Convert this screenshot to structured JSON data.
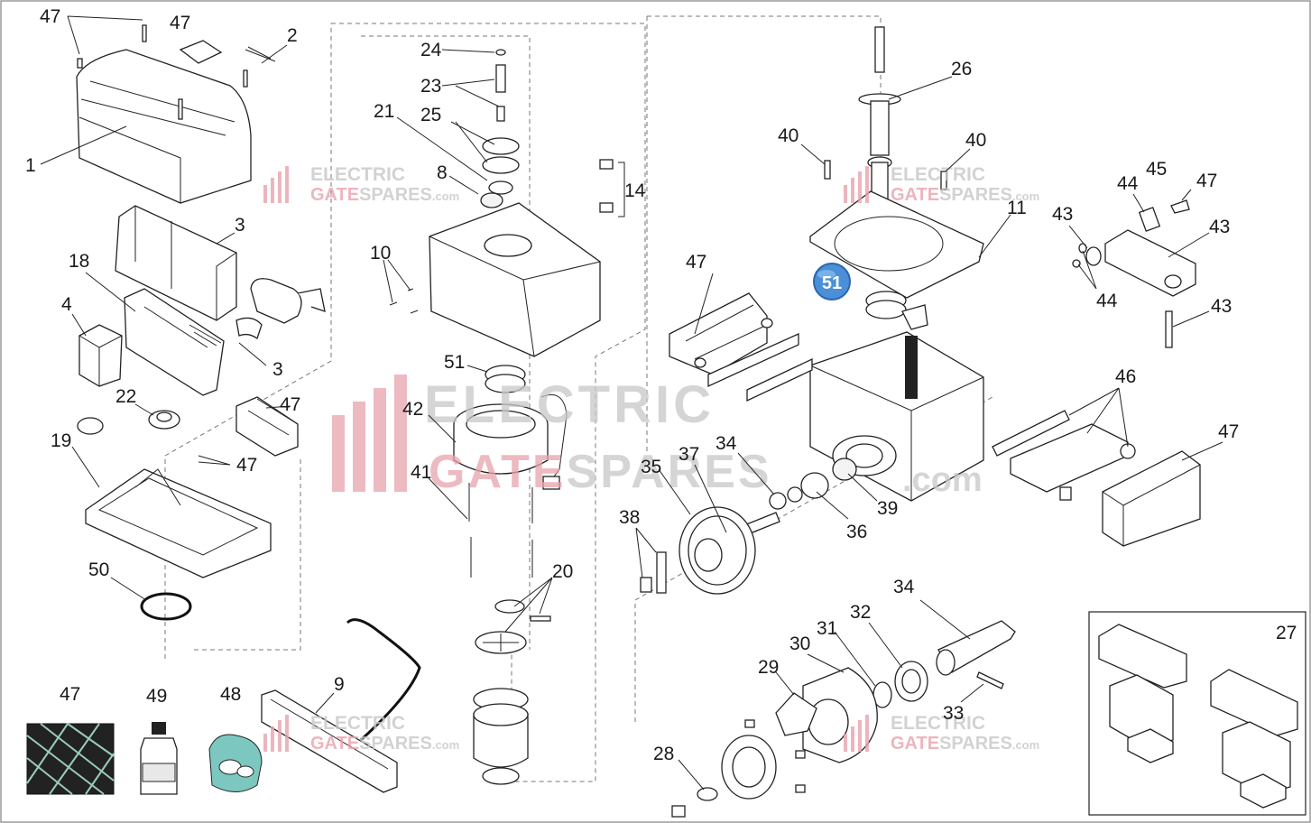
{
  "watermark": {
    "line1": "ELECTRIC",
    "line2a": "GATE",
    "line2b": "SPARES",
    "suffix": ".com",
    "color_primary": "#e8a3ad",
    "color_secondary": "#c8c8c8"
  },
  "callouts": [
    {
      "id": "c47a",
      "label": "47"
    },
    {
      "id": "c47b",
      "label": "47"
    },
    {
      "id": "c2",
      "label": "2"
    },
    {
      "id": "c1",
      "label": "1"
    },
    {
      "id": "c3a",
      "label": "3"
    },
    {
      "id": "c18",
      "label": "18"
    },
    {
      "id": "c4",
      "label": "4"
    },
    {
      "id": "c3b",
      "label": "3"
    },
    {
      "id": "c22",
      "label": "22"
    },
    {
      "id": "c47c",
      "label": "47"
    },
    {
      "id": "c19",
      "label": "19"
    },
    {
      "id": "c47d",
      "label": "47"
    },
    {
      "id": "c50",
      "label": "50"
    },
    {
      "id": "c47e",
      "label": "47"
    },
    {
      "id": "c49",
      "label": "49"
    },
    {
      "id": "c48",
      "label": "48"
    },
    {
      "id": "c24",
      "label": "24"
    },
    {
      "id": "c23",
      "label": "23"
    },
    {
      "id": "c21",
      "label": "21"
    },
    {
      "id": "c25",
      "label": "25"
    },
    {
      "id": "c8",
      "label": "8"
    },
    {
      "id": "c14",
      "label": "14"
    },
    {
      "id": "c10",
      "label": "10"
    },
    {
      "id": "c51a",
      "label": "51"
    },
    {
      "id": "c42",
      "label": "42"
    },
    {
      "id": "c41",
      "label": "41"
    },
    {
      "id": "c20",
      "label": "20"
    },
    {
      "id": "c9",
      "label": "9"
    },
    {
      "id": "c26",
      "label": "26"
    },
    {
      "id": "c40a",
      "label": "40"
    },
    {
      "id": "c40b",
      "label": "40"
    },
    {
      "id": "c11",
      "label": "11"
    },
    {
      "id": "c51b",
      "label": "51"
    },
    {
      "id": "c47f",
      "label": "47"
    },
    {
      "id": "c35",
      "label": "35"
    },
    {
      "id": "c37",
      "label": "37"
    },
    {
      "id": "c34a",
      "label": "34"
    },
    {
      "id": "c36",
      "label": "36"
    },
    {
      "id": "c39",
      "label": "39"
    },
    {
      "id": "c38",
      "label": "38"
    },
    {
      "id": "c43a",
      "label": "43"
    },
    {
      "id": "c44a",
      "label": "44"
    },
    {
      "id": "c45",
      "label": "45"
    },
    {
      "id": "c47g",
      "label": "47"
    },
    {
      "id": "c43b",
      "label": "43"
    },
    {
      "id": "c44b",
      "label": "44"
    },
    {
      "id": "c43c",
      "label": "43"
    },
    {
      "id": "c46",
      "label": "46"
    },
    {
      "id": "c47h",
      "label": "47"
    },
    {
      "id": "c34b",
      "label": "34"
    },
    {
      "id": "c32",
      "label": "32"
    },
    {
      "id": "c31",
      "label": "31"
    },
    {
      "id": "c30",
      "label": "30"
    },
    {
      "id": "c29",
      "label": "29"
    },
    {
      "id": "c33",
      "label": "33"
    },
    {
      "id": "c28",
      "label": "28"
    },
    {
      "id": "c27",
      "label": "27"
    }
  ]
}
